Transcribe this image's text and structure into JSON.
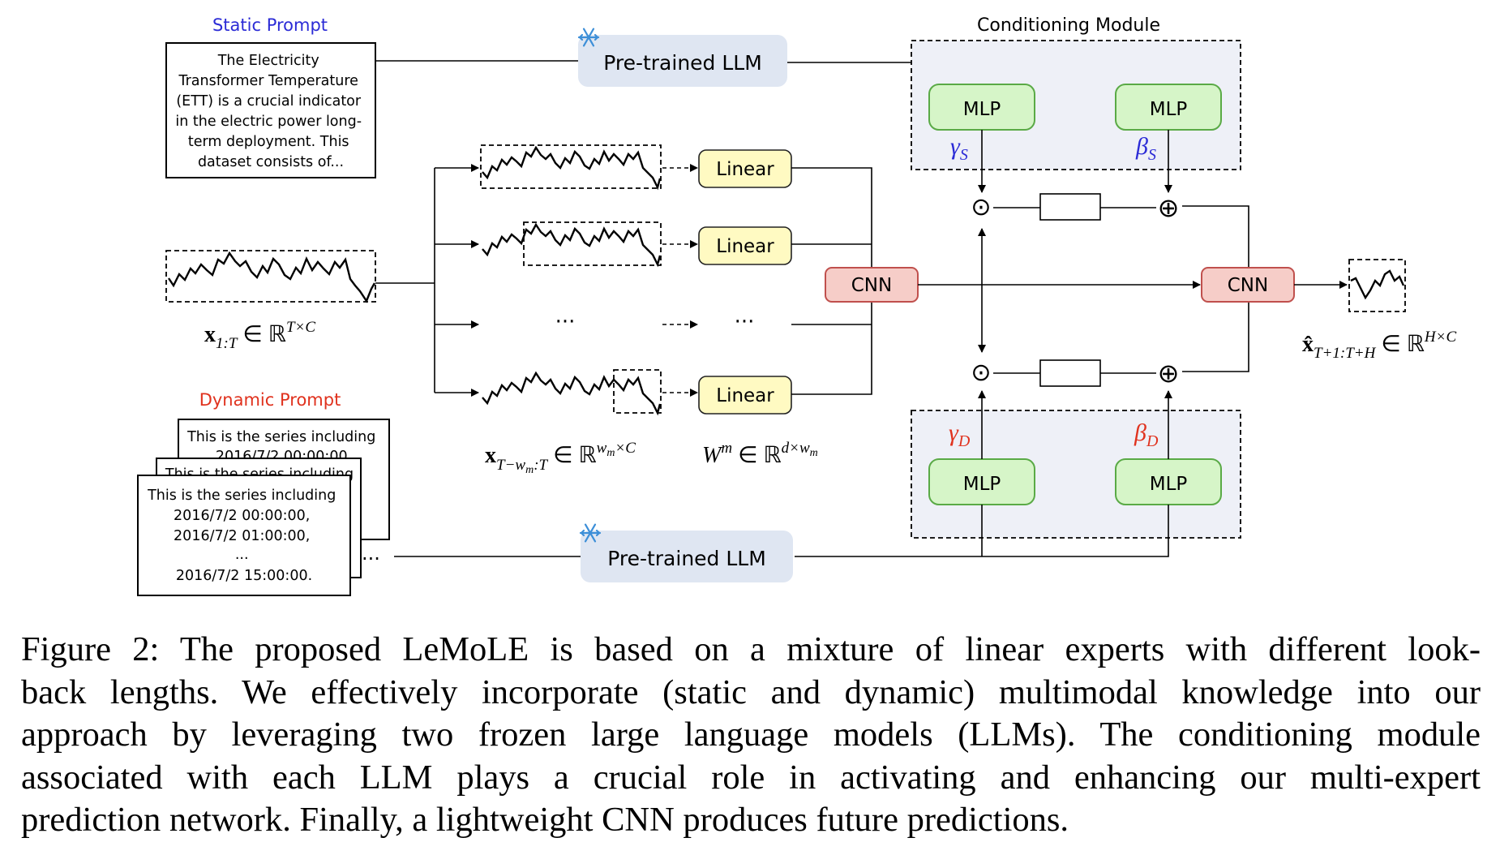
{
  "static_prompt": {
    "label": "Static Prompt",
    "text_lines": [
      "The Electricity",
      "Transformer Temperature",
      "(ETT) is a crucial indicator",
      "in the electric power long-",
      "term deployment. This",
      "dataset consists of..."
    ]
  },
  "dynamic_prompt": {
    "label": "Dynamic Prompt",
    "back_card_line": "This is the series including",
    "back_card_line2": "2016/7/2 00:00:00,",
    "front_card_lines": [
      "This is the series including",
      "2016/7/2 00:00:00,",
      "2016/7/2 01:00:00,",
      "...",
      "2016/7/2 15:00:00."
    ],
    "trailing_dots": "..."
  },
  "llm": {
    "top_label": "Pre-trained LLM",
    "bottom_label": "Pre-trained LLM"
  },
  "conditioning": {
    "title": "Conditioning Module",
    "mlp_label": "MLP",
    "gamma": "γ",
    "beta": "β",
    "static_sub": "S",
    "dynamic_sub": "D",
    "odot": "⊙",
    "oplus": "⊕"
  },
  "experts": {
    "linear_label": "Linear",
    "ellipsis": "···"
  },
  "cnn_label": "CNN",
  "math": {
    "input_bold": "x",
    "input_sub": "1:T",
    "input_in": " ∈ ℝ",
    "input_sup": "T×C",
    "window_bold": "x",
    "window_sub": "T−w",
    "window_sub_m": "m",
    "window_sub_tail": ":T",
    "window_in": " ∈ ℝ",
    "window_sup": "w",
    "window_sup_m": "m",
    "window_sup_tail": "×C",
    "weight": "W",
    "weight_sup": "m",
    "weight_in": " ∈ ℝ",
    "weight_sup2": "d×w",
    "weight_sup2_m": "m",
    "output_bold": "x̂",
    "output_sub": "T+1:T+H",
    "output_in": " ∈ ℝ",
    "output_sup": "H×C"
  },
  "caption_lines": [
    "Figure 2: The proposed LeMoLE is based on a mixture of linear experts with different look-",
    "back lengths. We effectively incorporate (static and dynamic) multimodal knowledge into our",
    "approach by leveraging two frozen large language models (LLMs). The conditioning module",
    "associated with each LLM plays a crucial role in activating and enhancing our multi-expert",
    "prediction network. Finally, a lightweight CNN produces future predictions."
  ],
  "colors": {
    "static_label": "#2b2bd6",
    "dynamic_label": "#e0321e",
    "llm_fill": "#dfe6f2",
    "module_fill": "#eef0f7",
    "mlp_fill": "#d6f5c8",
    "mlp_stroke": "#5aaa46",
    "linear_fill": "#fffac2",
    "linear_stroke": "#222222",
    "cnn_fill": "#f6cdc8",
    "cnn_stroke": "#c0504d",
    "gamma_beta_static": "#2b2bd6",
    "gamma_beta_dynamic": "#e0321e"
  }
}
